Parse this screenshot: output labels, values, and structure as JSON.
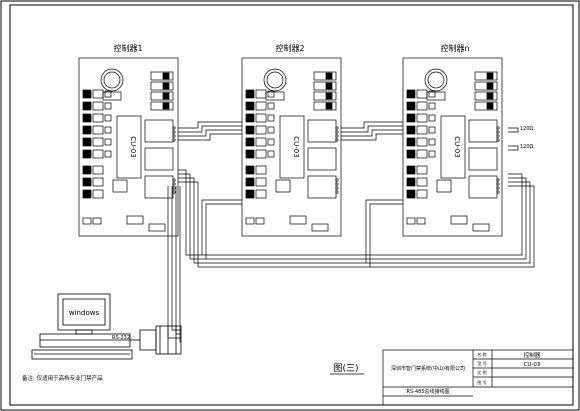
{
  "controllers": [
    {
      "title": "控制器1",
      "chip": "CU-03"
    },
    {
      "title": "控制器2",
      "chip": "CU-03"
    },
    {
      "title": "控制器n",
      "chip": "CU-03"
    }
  ],
  "resistors": [
    "120Ω",
    "120Ω"
  ],
  "computer": {
    "screen_text": "windows",
    "port_label": "RS-232"
  },
  "figure_caption": "图(三)",
  "note": "备注: 仅适用于高档专业门禁产品",
  "title_block": {
    "company": "深圳市智门禁系统(中山)有限公司",
    "label_name": "名 称",
    "value_name": "控制器",
    "label_model": "型 号",
    "value_model": "CU-03",
    "label_scale": "比 例",
    "label_sheet": "图 号",
    "drawing_title": "RS-485总线接线图"
  }
}
